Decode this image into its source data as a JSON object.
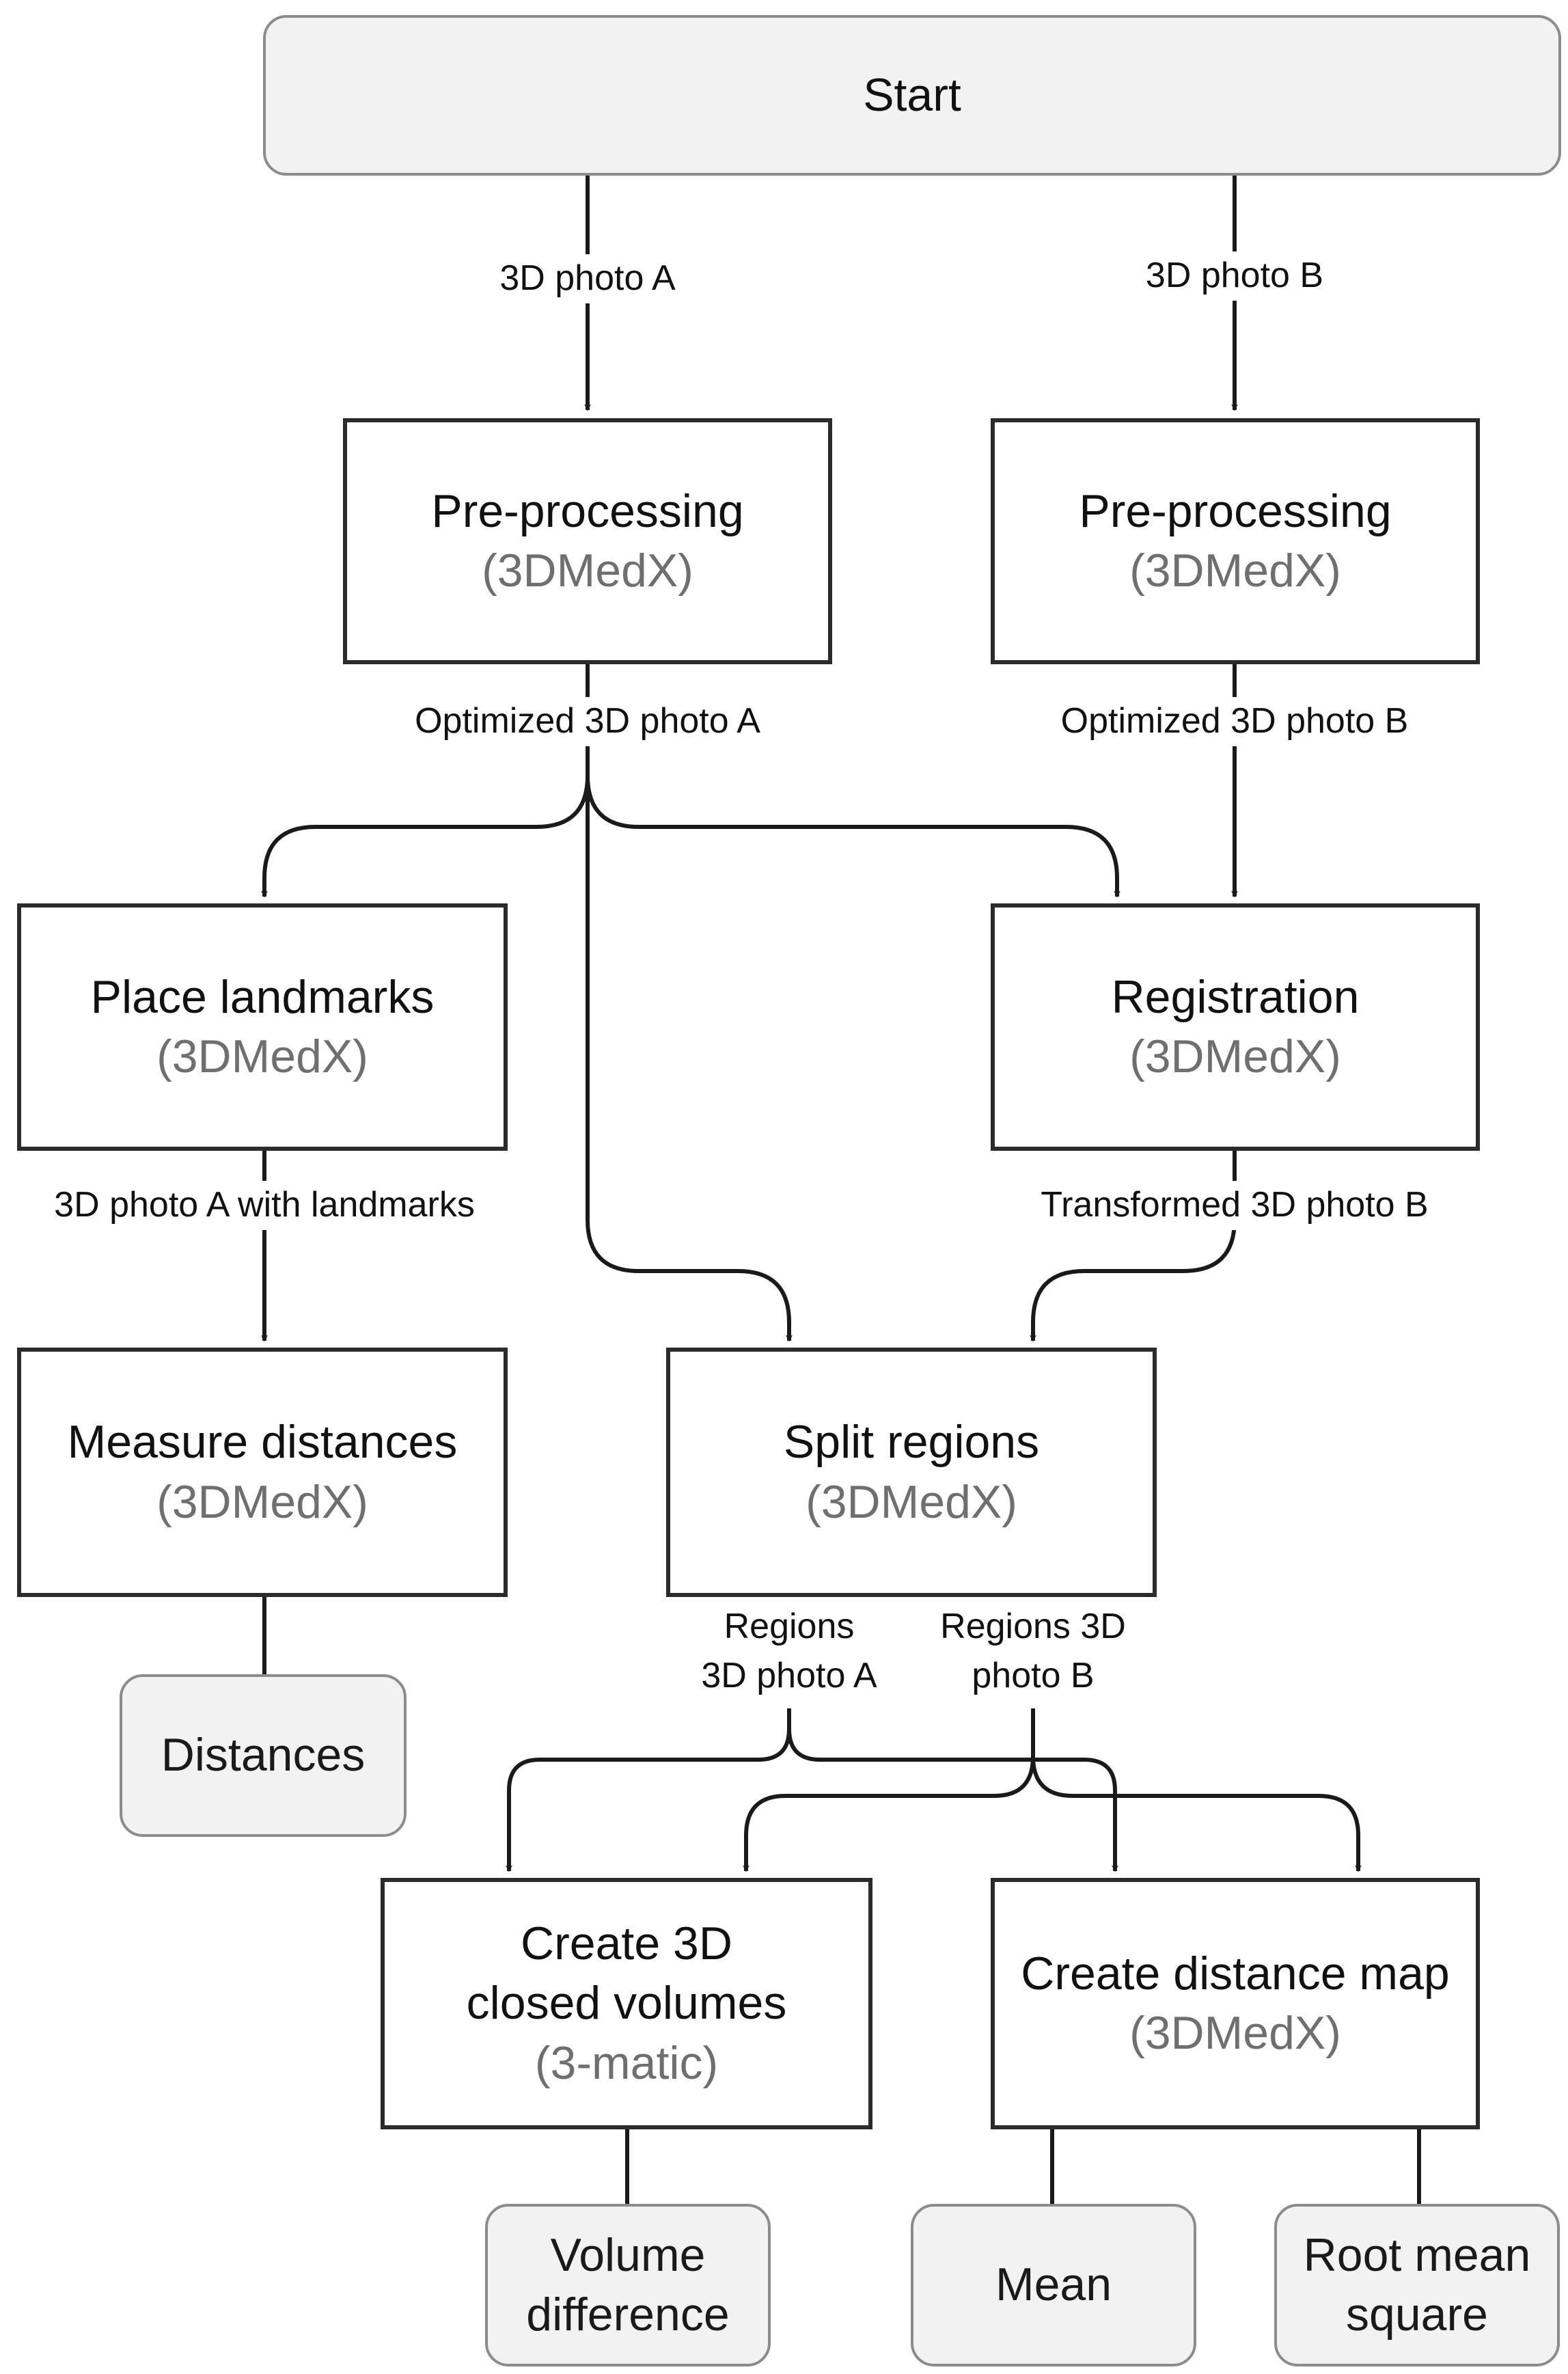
{
  "nodes": {
    "start": {
      "label": "Start"
    },
    "preproc_a": {
      "label": "Pre-processing",
      "tool": "(3DMedX)"
    },
    "preproc_b": {
      "label": "Pre-processing",
      "tool": "(3DMedX)"
    },
    "landmarks": {
      "label": "Place landmarks",
      "tool": "(3DMedX)"
    },
    "registration": {
      "label": "Registration",
      "tool": "(3DMedX)"
    },
    "measure": {
      "label": "Measure distances",
      "tool": "(3DMedX)"
    },
    "split": {
      "label": "Split regions",
      "tool": "(3DMedX)"
    },
    "volumes": {
      "label_line1": "Create 3D",
      "label_line2": "closed volumes",
      "tool": "(3-matic)"
    },
    "distmap": {
      "label": "Create distance map",
      "tool": "(3DMedX)"
    }
  },
  "outputs": {
    "distances": {
      "label": "Distances"
    },
    "volume_diff": {
      "line1": "Volume",
      "line2": "difference"
    },
    "mean": {
      "label": "Mean"
    },
    "rms": {
      "line1": "Root mean",
      "line2": "square"
    }
  },
  "edge_labels": {
    "photo_a": "3D photo A",
    "photo_b": "3D photo B",
    "opt_a": "Optimized 3D photo A",
    "opt_b": "Optimized 3D photo B",
    "landmarks_out": "3D photo A with landmarks",
    "transformed_b": "Transformed 3D photo B",
    "regions_a_1": "Regions",
    "regions_a_2": "3D photo A",
    "regions_b_1": "Regions 3D",
    "regions_b_2": "photo B"
  }
}
